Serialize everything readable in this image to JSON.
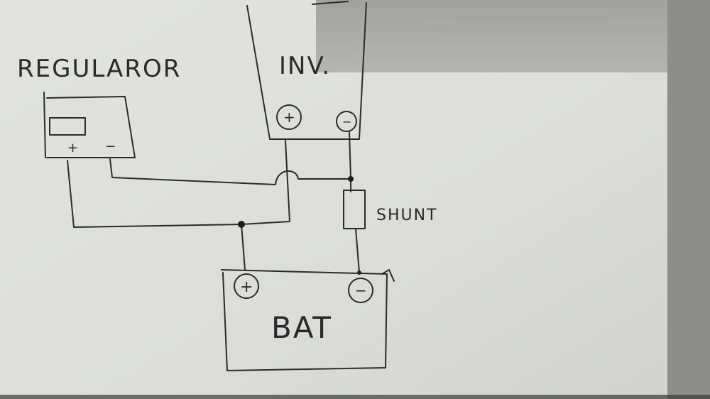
{
  "labels": {
    "regulator": "REGULAROR",
    "inverter": "INV.",
    "shunt": "SHUNT",
    "battery": "BAT",
    "regulator_plus": "+",
    "regulator_minus": "−",
    "inverter_plus": "+",
    "inverter_minus": "−",
    "battery_plus": "+",
    "battery_minus": "−"
  },
  "colors": {
    "paper": "#dedfdb",
    "shadow": "#a9aaa7",
    "ink": "#2b2b2b",
    "wall": "#8e8f8c"
  },
  "icons": {
    "plus_terminal": "circled-plus-icon",
    "minus_terminal": "circled-minus-icon",
    "junction": "dot-icon"
  }
}
